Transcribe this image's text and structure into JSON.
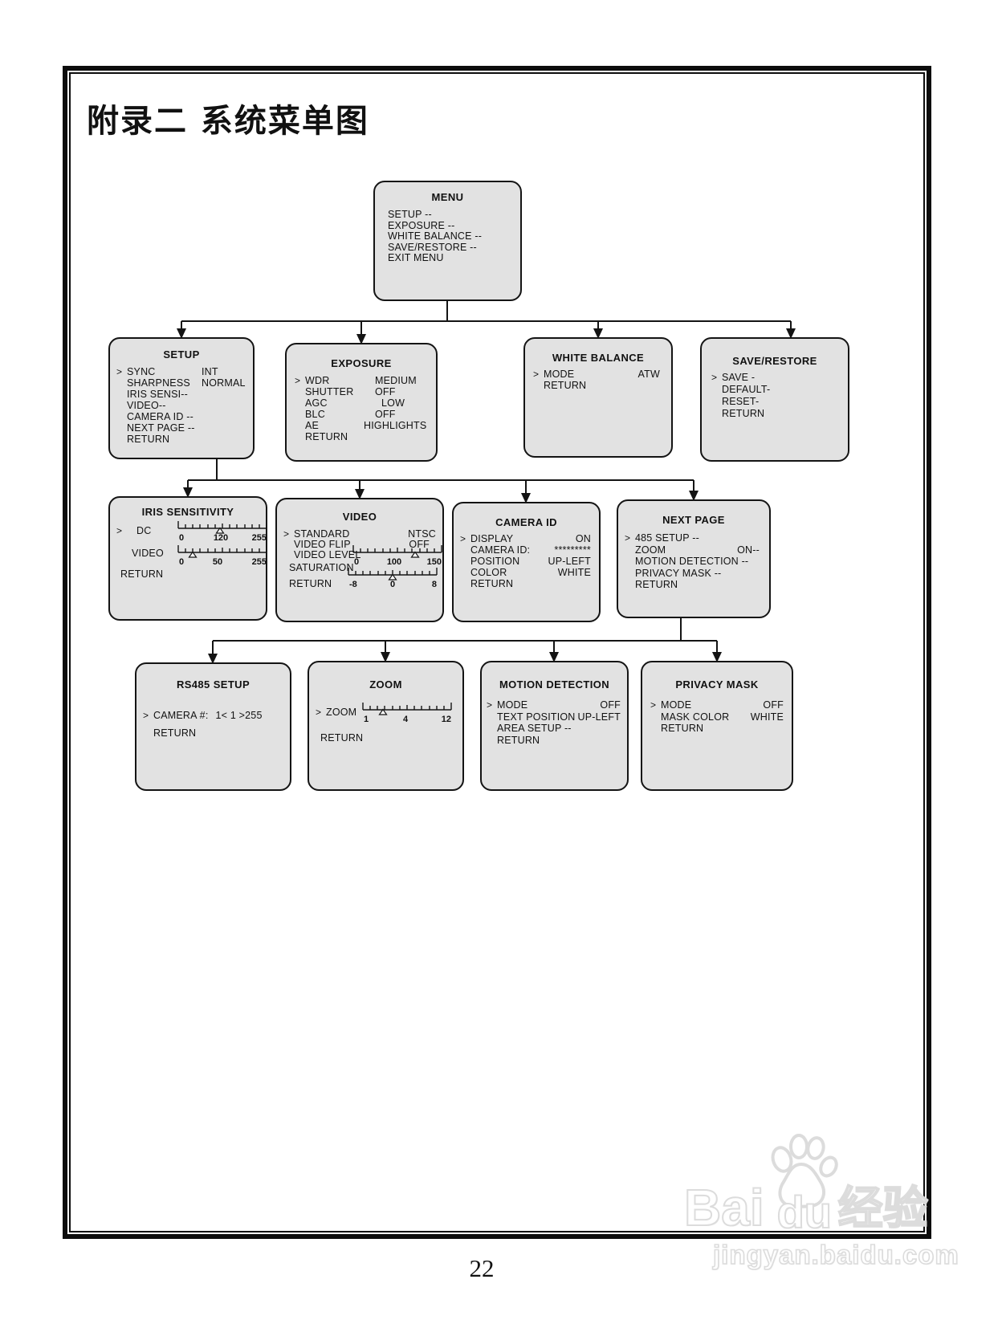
{
  "page": {
    "title": "附录二  系统菜单图",
    "page_number": "22"
  },
  "watermark": {
    "brand_left": "Bai",
    "brand_right": "du",
    "brand_cn": "经验",
    "url": "jingyan.baidu.com"
  },
  "colors": {
    "box_fill": "#e2e2e2",
    "box_border": "#141414",
    "connector": "#141414",
    "watermark_outline": "#dcdcdc"
  },
  "boxes": {
    "menu": {
      "title": "MENU",
      "rows": [
        {
          "label": "SETUP --"
        },
        {
          "label": "EXPOSURE --"
        },
        {
          "label": "WHITE BALANCE --"
        },
        {
          "label": "SAVE/RESTORE --"
        },
        {
          "label": "EXIT MENU"
        }
      ]
    },
    "setup": {
      "title": "SETUP",
      "rows": [
        {
          "pointer": ">",
          "label": "SYNC",
          "value": "INT"
        },
        {
          "label": "SHARPNESS",
          "value": "NORMAL"
        },
        {
          "label": "IRIS SENSI--"
        },
        {
          "label": "VIDEO--"
        },
        {
          "label": "CAMERA ID --"
        },
        {
          "label": "NEXT PAGE --"
        },
        {
          "label": "RETURN"
        }
      ]
    },
    "exposure": {
      "title": "EXPOSURE",
      "rows": [
        {
          "pointer": ">",
          "label": "WDR",
          "value": "MEDIUM"
        },
        {
          "label": "SHUTTER",
          "value": "OFF"
        },
        {
          "label": "AGC",
          "value": "LOW"
        },
        {
          "label": "BLC",
          "value": "OFF"
        },
        {
          "label": "AE",
          "value": "HIGHLIGHTS"
        },
        {
          "label": "RETURN"
        }
      ]
    },
    "white_balance": {
      "title": "WHITE BALANCE",
      "rows": [
        {
          "pointer": ">",
          "label": "MODE",
          "value": "ATW"
        },
        {
          "label": "RETURN"
        }
      ]
    },
    "save_restore": {
      "title": "SAVE/RESTORE",
      "rows": [
        {
          "pointer": ">",
          "label": "SAVE -"
        },
        {
          "label": "DEFAULT-"
        },
        {
          "label": "RESET-"
        },
        {
          "label": "RETURN"
        }
      ]
    },
    "iris_sensitivity": {
      "title": "IRIS SENSITIVITY",
      "rows": [
        {
          "pointer": ">",
          "label": "DC"
        },
        {
          "label": "VIDEO"
        },
        {
          "label": "RETURN"
        }
      ],
      "sliders": {
        "dc": {
          "min": "0",
          "mid": "120",
          "max": "255"
        },
        "video": {
          "min": "0",
          "mid": "50",
          "max": "255"
        }
      }
    },
    "video": {
      "title": "VIDEO",
      "rows": [
        {
          "pointer": ">",
          "label": "STANDARD",
          "value": "NTSC"
        },
        {
          "label": "VIDEO FLIP",
          "value": "OFF"
        },
        {
          "label": "VIDEO LEVEL"
        },
        {
          "label": "SATURATION"
        },
        {
          "label": "RETURN"
        }
      ],
      "sliders": {
        "level": {
          "min": "0",
          "mid": "100",
          "max": "150"
        },
        "saturation": {
          "min": "-8",
          "mid": "0",
          "max": "8"
        }
      }
    },
    "camera_id": {
      "title": "CAMERA ID",
      "rows": [
        {
          "pointer": ">",
          "label": "DISPLAY",
          "value": "ON"
        },
        {
          "label": "CAMERA ID:",
          "value": "*********"
        },
        {
          "label": "POSITION",
          "value": "UP-LEFT"
        },
        {
          "label": "COLOR",
          "value": "WHITE"
        },
        {
          "label": "RETURN"
        }
      ]
    },
    "next_page": {
      "title": "NEXT PAGE",
      "rows": [
        {
          "pointer": ">",
          "label": "485 SETUP --"
        },
        {
          "label": "ZOOM",
          "value": "ON--"
        },
        {
          "label": "MOTION DETECTION --"
        },
        {
          "label": "PRIVACY MASK --"
        },
        {
          "label": "RETURN"
        }
      ]
    },
    "rs485": {
      "title": "RS485 SETUP",
      "rows": [
        {
          "pointer": ">",
          "label": "CAMERA #:",
          "value": "1< 1 >255"
        },
        {
          "label": "RETURN"
        }
      ]
    },
    "zoom": {
      "title": "ZOOM",
      "rows": [
        {
          "pointer": ">",
          "label": "ZOOM"
        },
        {
          "label": "RETURN"
        }
      ],
      "slider": {
        "min": "1",
        "mid": "4",
        "max": "12"
      }
    },
    "motion_detection": {
      "title": "MOTION DETECTION",
      "rows": [
        {
          "pointer": ">",
          "label": "MODE",
          "value": "OFF"
        },
        {
          "label": "TEXT POSITION",
          "value": "UP-LEFT"
        },
        {
          "label": "AREA SETUP --"
        },
        {
          "label": "RETURN"
        }
      ]
    },
    "privacy_mask": {
      "title": "PRIVACY MASK",
      "rows": [
        {
          "pointer": ">",
          "label": "MODE",
          "value": "OFF"
        },
        {
          "label": "MASK COLOR",
          "value": "WHITE"
        },
        {
          "label": "RETURN"
        }
      ]
    }
  }
}
